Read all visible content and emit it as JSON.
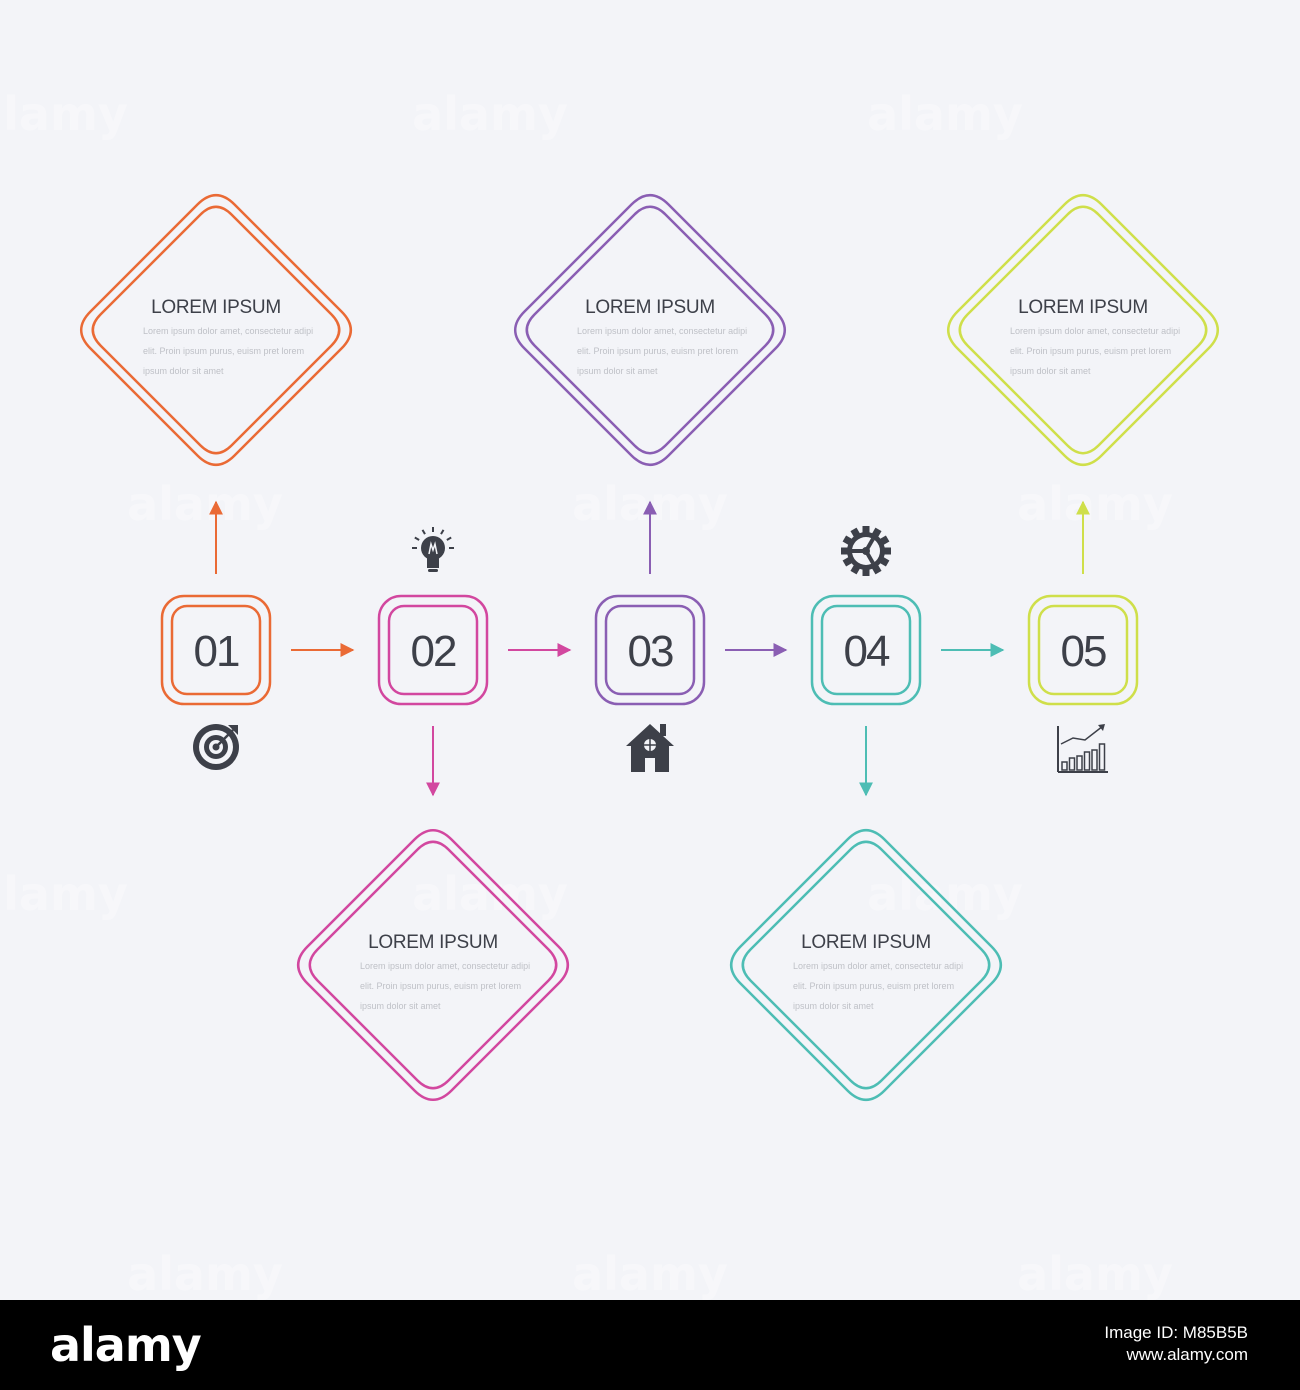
{
  "steps": [
    {
      "number": "01",
      "color": "#ea6a35",
      "icon": "target-icon",
      "box_direction": "up",
      "box": {
        "title": "LOREM IPSUM",
        "lines": [
          "Lorem ipsum dolor amet, consectetur adipi",
          "elit. Proin ipsum purus, euism pret lorem",
          "ipsum dolor sit amet"
        ]
      }
    },
    {
      "number": "02",
      "color": "#d2479f",
      "icon": "lightbulb-icon",
      "box_direction": "down",
      "box": {
        "title": "LOREM IPSUM",
        "lines": [
          "Lorem ipsum dolor amet, consectetur adipi",
          "elit. Proin ipsum purus, euism pret lorem",
          "ipsum dolor sit amet"
        ]
      }
    },
    {
      "number": "03",
      "color": "#8a5eb3",
      "icon": "home-icon",
      "box_direction": "up",
      "box": {
        "title": "LOREM IPSUM",
        "lines": [
          "Lorem ipsum dolor amet, consectetur adipi",
          "elit. Proin ipsum purus, euism pret lorem",
          "ipsum dolor sit amet"
        ]
      }
    },
    {
      "number": "04",
      "color": "#4dbdb4",
      "icon": "gear-icon",
      "box_direction": "down",
      "box": {
        "title": "LOREM IPSUM",
        "lines": [
          "Lorem ipsum dolor amet, consectetur adipi",
          "elit. Proin ipsum purus, euism pret lorem",
          "ipsum dolor sit amet"
        ]
      }
    },
    {
      "number": "05",
      "color": "#cfdf4a",
      "icon": "bar-chart-icon",
      "box_direction": "up",
      "box": {
        "title": "LOREM IPSUM",
        "lines": [
          "Lorem ipsum dolor amet, consectetur adipi",
          "elit. Proin ipsum purus, euism pret lorem",
          "ipsum dolor sit amet"
        ]
      }
    }
  ],
  "connector_colors": [
    "#ea6a35",
    "#d2479f",
    "#8a5eb3",
    "#4dbdb4"
  ],
  "icon_color": "#3d4049",
  "watermark_text": "alamy",
  "footer": {
    "logo": "alamy",
    "image_id": "Image ID: M85B5B",
    "site": "www.alamy.com"
  }
}
